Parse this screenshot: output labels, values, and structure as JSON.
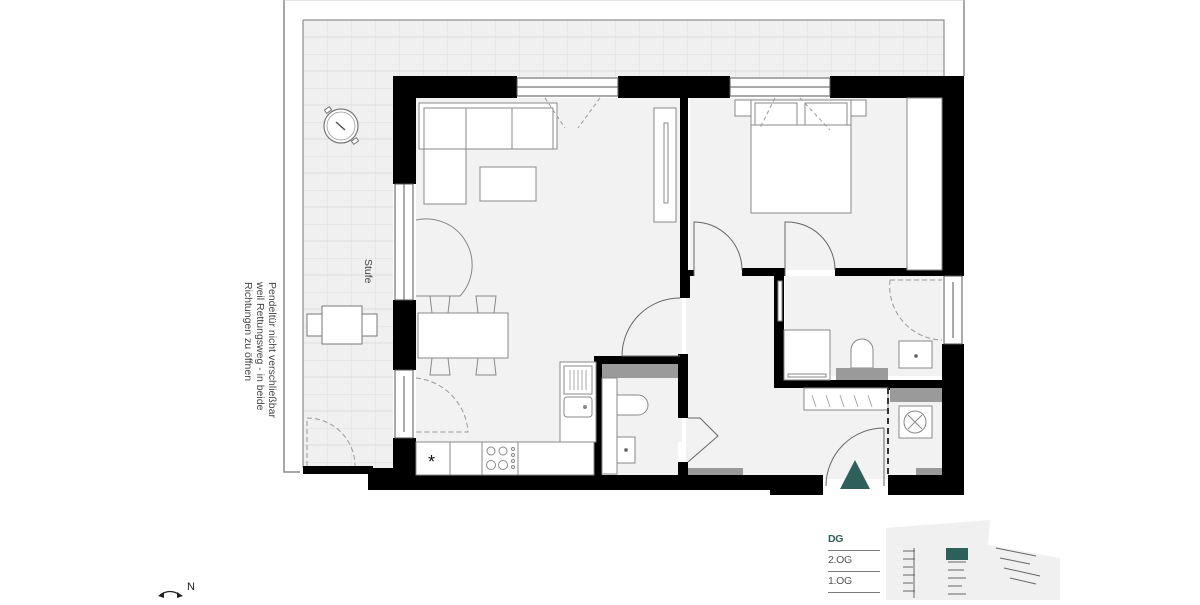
{
  "plan": {
    "level": "DG",
    "note": {
      "lines": [
        "Pendeltür nicht verschließbar",
        "weil Rettungsweg - in beide",
        "Richtungen zu öffnen"
      ]
    },
    "labels": {
      "step": "Stufe",
      "storage_marker": "*"
    },
    "rooms": [
      {
        "name": "terrace"
      },
      {
        "name": "living-dining-kitchen"
      },
      {
        "name": "bedroom"
      },
      {
        "name": "bathroom"
      },
      {
        "name": "wc"
      },
      {
        "name": "hallway"
      },
      {
        "name": "utility"
      }
    ],
    "entrance_icon": "entrance-triangle-icon"
  },
  "floor_selector": {
    "items": [
      {
        "label": "DG",
        "active": true
      },
      {
        "label": "2.OG",
        "active": false
      },
      {
        "label": "1.OG",
        "active": false
      }
    ]
  },
  "compass": {
    "label": "N",
    "icon": "north-arrow-icon"
  },
  "colors": {
    "wall": "#000000",
    "floor": "#f2f2f2",
    "terrace": "#efefef",
    "accent": "#2e5f5a",
    "fixture_gray": "#9a9a9a",
    "line": "#8a8a8a"
  }
}
